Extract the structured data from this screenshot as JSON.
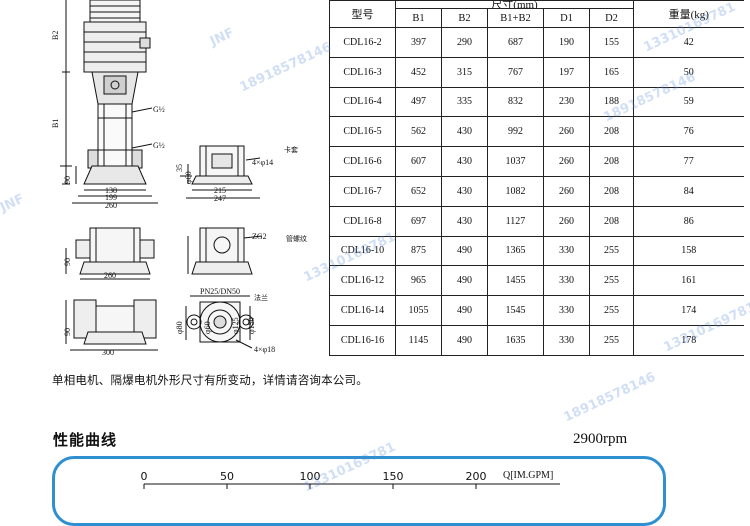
{
  "table": {
    "col_model": "型号",
    "col_dims": "尺寸(mm)",
    "col_weight": "重量(kg)",
    "sub_headers": [
      "B1",
      "B2",
      "B1+B2",
      "D1",
      "D2"
    ],
    "rows": [
      {
        "model": "CDL16-2",
        "b1": "397",
        "b2": "290",
        "sum": "687",
        "d1": "190",
        "d2": "155",
        "w": "42"
      },
      {
        "model": "CDL16-3",
        "b1": "452",
        "b2": "315",
        "sum": "767",
        "d1": "197",
        "d2": "165",
        "w": "50"
      },
      {
        "model": "CDL16-4",
        "b1": "497",
        "b2": "335",
        "sum": "832",
        "d1": "230",
        "d2": "188",
        "w": "59"
      },
      {
        "model": "CDL16-5",
        "b1": "562",
        "b2": "430",
        "sum": "992",
        "d1": "260",
        "d2": "208",
        "w": "76"
      },
      {
        "model": "CDL16-6",
        "b1": "607",
        "b2": "430",
        "sum": "1037",
        "d1": "260",
        "d2": "208",
        "w": "77"
      },
      {
        "model": "CDL16-7",
        "b1": "652",
        "b2": "430",
        "sum": "1082",
        "d1": "260",
        "d2": "208",
        "w": "84"
      },
      {
        "model": "CDL16-8",
        "b1": "697",
        "b2": "430",
        "sum": "1127",
        "d1": "260",
        "d2": "208",
        "w": "86"
      },
      {
        "model": "CDL16-10",
        "b1": "875",
        "b2": "490",
        "sum": "1365",
        "d1": "330",
        "d2": "255",
        "w": "158"
      },
      {
        "model": "CDL16-12",
        "b1": "965",
        "b2": "490",
        "sum": "1455",
        "d1": "330",
        "d2": "255",
        "w": "161"
      },
      {
        "model": "CDL16-14",
        "b1": "1055",
        "b2": "490",
        "sum": "1545",
        "d1": "330",
        "d2": "255",
        "w": "174"
      },
      {
        "model": "CDL16-16",
        "b1": "1145",
        "b2": "490",
        "sum": "1635",
        "d1": "330",
        "d2": "255",
        "w": "178"
      }
    ]
  },
  "drawing": {
    "label_b2": "B2",
    "label_b1": "B1",
    "label_g1": "G½",
    "label_g2": "G½",
    "dim_90": "90",
    "dim_138": "138",
    "dim_199": "199",
    "dim_260": "260",
    "dim_35": "35",
    "dim_60": "φ60",
    "dim_215": "215",
    "dim_247": "247",
    "label_4x14": "4×φ14",
    "label_cn1": "卡套",
    "label_zg2": "ZG2",
    "label_cn2": "管螺纹",
    "dim_90b": "90",
    "dim_260b": "260",
    "label_pn": "PN25/DN50",
    "label_cn3": "法兰",
    "dim_80": "φ80",
    "dim_60b": "φ60",
    "dim_125": "φ125",
    "dim_150": "φ150",
    "dim_90c": "90",
    "label_4x18": "4×φ18",
    "dim_300": "300"
  },
  "footnote": "单相电机、隔爆电机外形尺寸有所变动，详情请咨询本公司。",
  "perf_title": "性能曲线",
  "rpm": "2900rpm",
  "axis": {
    "ticks": [
      "0",
      "50",
      "100",
      "150",
      "200"
    ],
    "unit": "Q[IM.GPM]"
  },
  "watermark": {
    "brand": "JNF",
    "phone_a": "18918578146",
    "phone_b": "13310169781"
  }
}
